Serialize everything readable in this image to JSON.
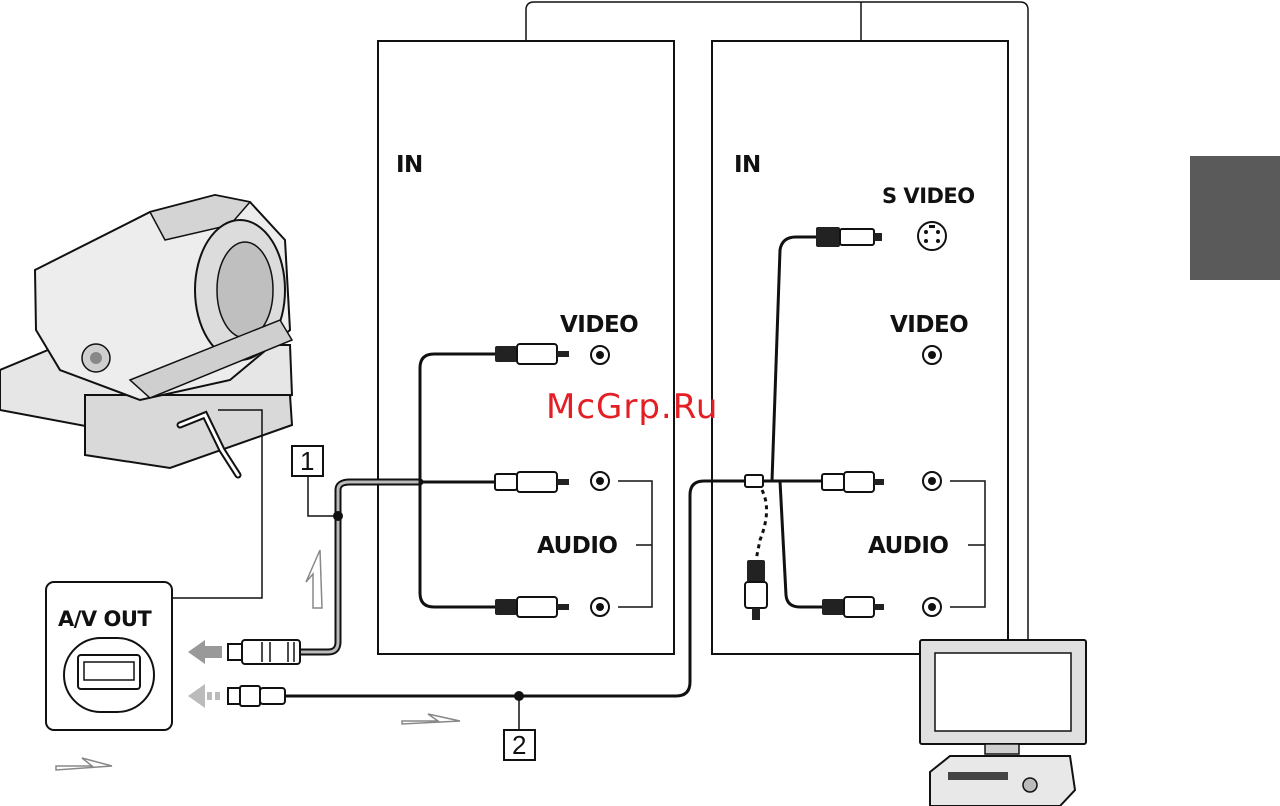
{
  "panels": {
    "left": {
      "in_label": "IN",
      "video_label": "VIDEO",
      "audio_label": "AUDIO"
    },
    "right": {
      "in_label": "IN",
      "svideo_label": "S VIDEO",
      "video_label": "VIDEO",
      "audio_label": "AUDIO"
    }
  },
  "camcorder": {
    "av_out_label": "A/V OUT"
  },
  "cables": {
    "cable_1_number": "1",
    "cable_2_number": "2"
  },
  "watermark": "McGrp.Ru",
  "colors": {
    "line": "#111111",
    "side_tab": "#5a5a5a",
    "watermark": "#e31e24",
    "arrow_fill": "#999999"
  }
}
